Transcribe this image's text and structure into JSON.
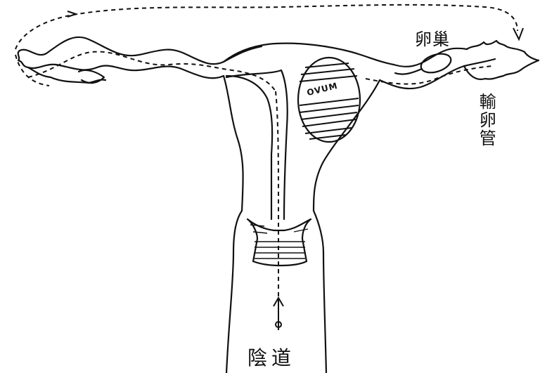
{
  "labels": {
    "ovary": "卵巢",
    "fallopian_tube": "輸卵管",
    "vagina": "陰道",
    "ovum": "OVUM"
  }
}
